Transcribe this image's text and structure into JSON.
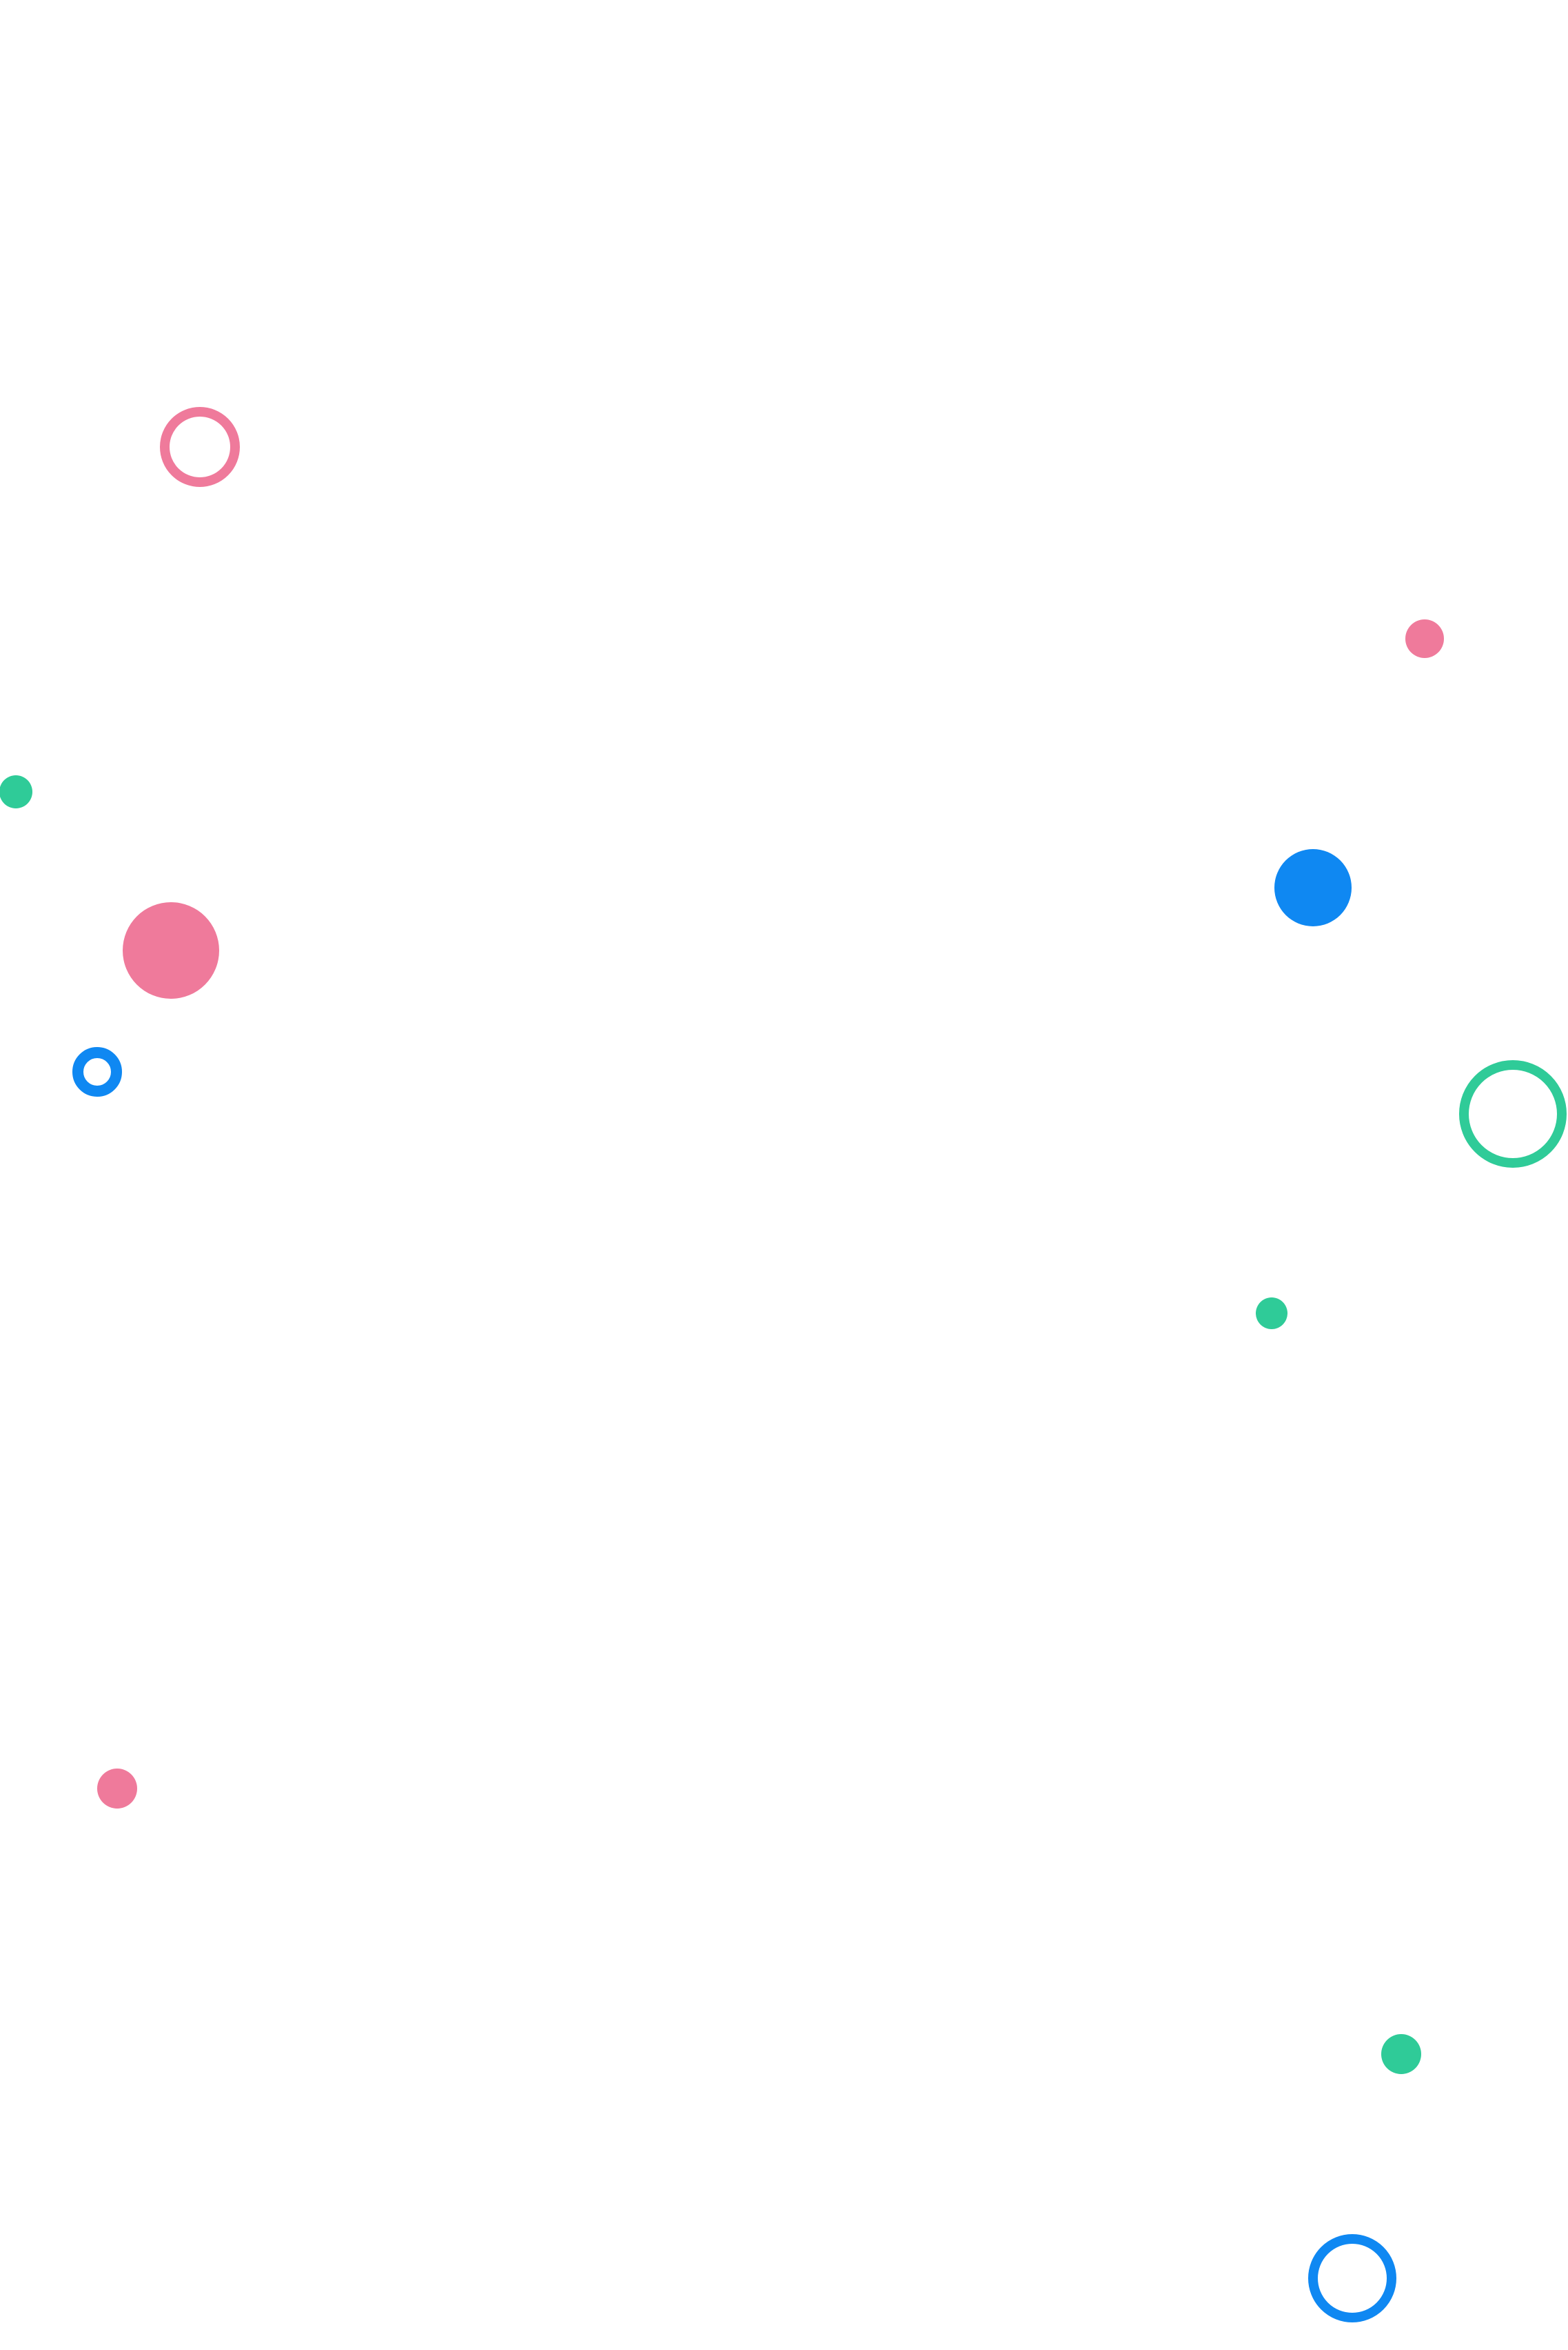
{
  "palette": {
    "background": "#ffffff",
    "pink": "#ef7a9b",
    "green": "#2fcb98",
    "blue": "#0f88f2"
  },
  "decorations": [
    {
      "name": "pink-ring-icon",
      "color": "pink",
      "style": "ring"
    },
    {
      "name": "pink-dot-icon",
      "color": "pink",
      "style": "filled"
    },
    {
      "name": "green-dot-icon",
      "color": "green",
      "style": "filled"
    },
    {
      "name": "blue-blob-icon",
      "color": "blue",
      "style": "filled"
    },
    {
      "name": "pink-blob-icon",
      "color": "pink",
      "style": "filled"
    },
    {
      "name": "blue-ring-icon",
      "color": "blue",
      "style": "ring"
    },
    {
      "name": "green-ring-icon",
      "color": "green",
      "style": "ring"
    },
    {
      "name": "green-dot-icon",
      "color": "green",
      "style": "filled"
    },
    {
      "name": "pink-dot-icon",
      "color": "pink",
      "style": "filled"
    },
    {
      "name": "green-dot-icon",
      "color": "green",
      "style": "filled"
    },
    {
      "name": "blue-ring-icon",
      "color": "blue",
      "style": "ring"
    }
  ]
}
